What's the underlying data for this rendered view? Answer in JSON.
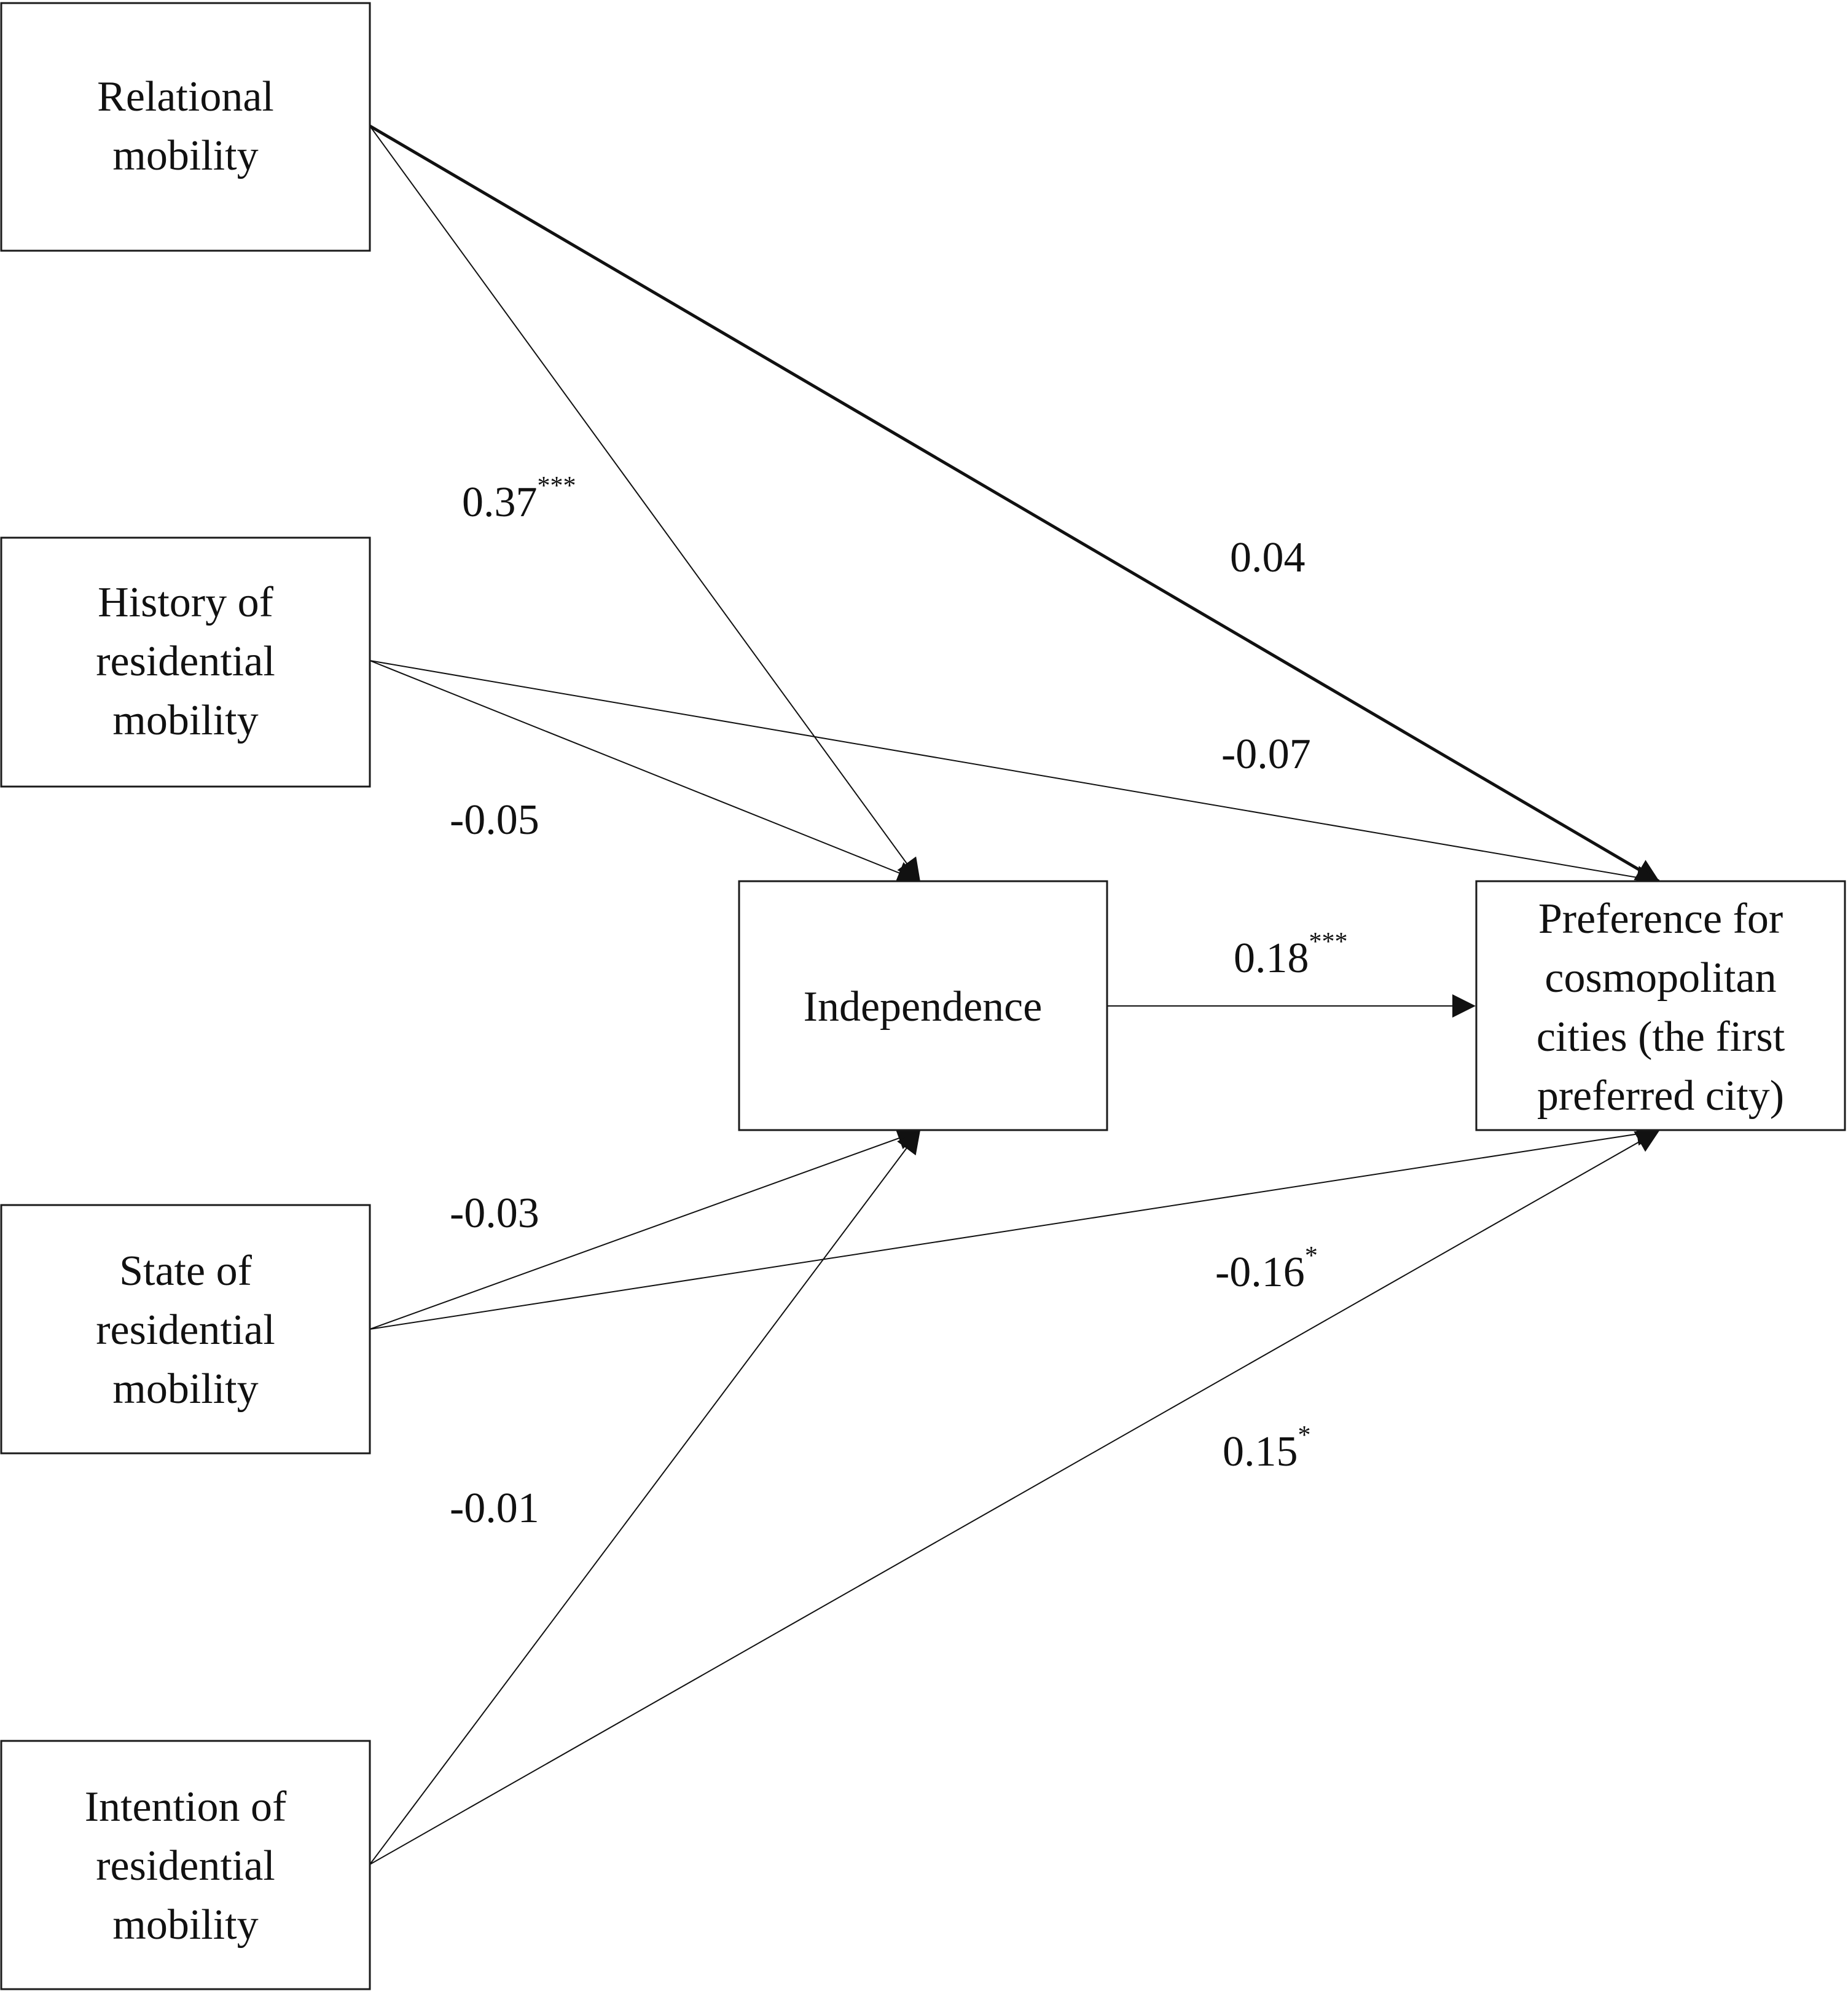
{
  "nodes": {
    "relational_mobility": {
      "lines": [
        "Relational",
        "mobility"
      ]
    },
    "history_mobility": {
      "lines": [
        "History of",
        "residential",
        "mobility"
      ]
    },
    "state_mobility": {
      "lines": [
        "State of",
        "residential",
        "mobility"
      ]
    },
    "intention_mobility": {
      "lines": [
        "Intention of",
        "residential",
        "mobility"
      ]
    },
    "independence": {
      "lines": [
        "Independence"
      ]
    },
    "preference": {
      "lines": [
        "Preference for",
        "cosmopolitan",
        "cities (the first",
        "preferred city)"
      ]
    }
  },
  "paths": [
    {
      "from": "relational_mobility",
      "to": "independence",
      "coef": "0.37",
      "sig": "***"
    },
    {
      "from": "relational_mobility",
      "to": "preference",
      "coef": "0.04",
      "sig": ""
    },
    {
      "from": "history_mobility",
      "to": "independence",
      "coef": "-0.05",
      "sig": ""
    },
    {
      "from": "history_mobility",
      "to": "preference",
      "coef": "-0.07",
      "sig": ""
    },
    {
      "from": "independence",
      "to": "preference",
      "coef": "0.18",
      "sig": "***"
    },
    {
      "from": "state_mobility",
      "to": "independence",
      "coef": "-0.03",
      "sig": ""
    },
    {
      "from": "state_mobility",
      "to": "preference",
      "coef": "-0.16",
      "sig": "*"
    },
    {
      "from": "intention_mobility",
      "to": "independence",
      "coef": "-0.01",
      "sig": ""
    },
    {
      "from": "intention_mobility",
      "to": "preference",
      "coef": "0.15",
      "sig": "*"
    }
  ]
}
